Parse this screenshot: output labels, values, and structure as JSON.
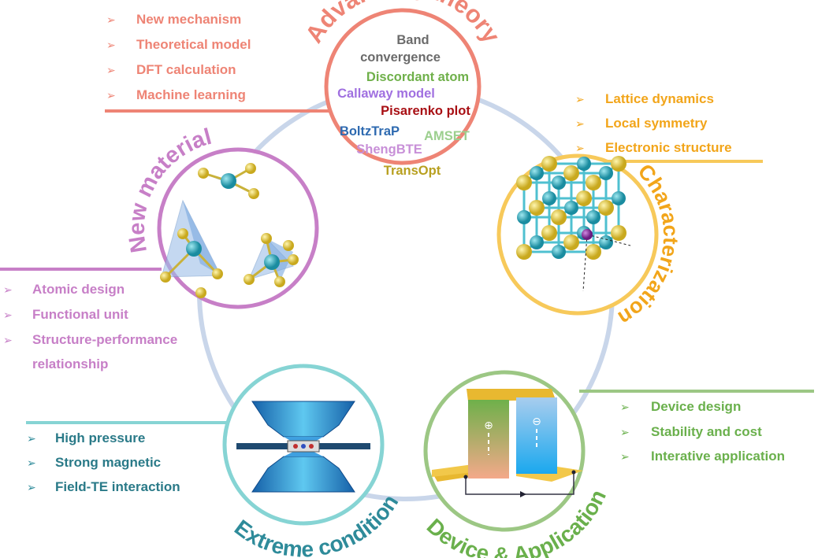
{
  "bullet_icon": "arrowhead-bullet",
  "center_ring_color": "#c9d6ea",
  "theory": {
    "title": "Advancing theory",
    "color": "#ee8475",
    "bullets": [
      "New mechanism",
      "Theoretical model",
      "DFT calculation",
      "Machine learning"
    ],
    "keywords": [
      {
        "text": "Band",
        "color": "#6b6b6b"
      },
      {
        "text": "convergence",
        "color": "#6b6b6b"
      },
      {
        "text": "Discordant atom",
        "color": "#6fb04a"
      },
      {
        "text": "Callaway model",
        "color": "#a070e0"
      },
      {
        "text": "Pisarenko plot",
        "color": "#a80f14"
      },
      {
        "text": "BoltzTraP",
        "color": "#2e6ab0"
      },
      {
        "text": "AMSET",
        "color": "#9ccf8e"
      },
      {
        "text": "ShengBTE",
        "color": "#c890d8"
      },
      {
        "text": "TransOpt",
        "color": "#b8a020"
      }
    ]
  },
  "material": {
    "title": "New material",
    "color": "#c77fc7",
    "bullets": [
      "Atomic design",
      "Functional unit",
      "Structure-performance",
      "relationship"
    ]
  },
  "characterization": {
    "title": "Characterization",
    "color": "#f7c95a",
    "text_color": "#f2a51a",
    "bullets": [
      "Lattice dynamics",
      "Local symmetry",
      "Electronic structure"
    ]
  },
  "extreme": {
    "title": "Extreme condition",
    "color": "#86d4d4",
    "text_color": "#2e8b9a",
    "bullets": [
      "High pressure",
      "Strong magnetic",
      "Field-TE interaction"
    ]
  },
  "device": {
    "title": "Device & Application",
    "color": "#9cc784",
    "text_color": "#6ab04c",
    "bullets": [
      "Device design",
      "Stability and cost",
      "Interative application"
    ],
    "p_leg_symbol": "⊕",
    "n_leg_symbol": "⊖"
  }
}
